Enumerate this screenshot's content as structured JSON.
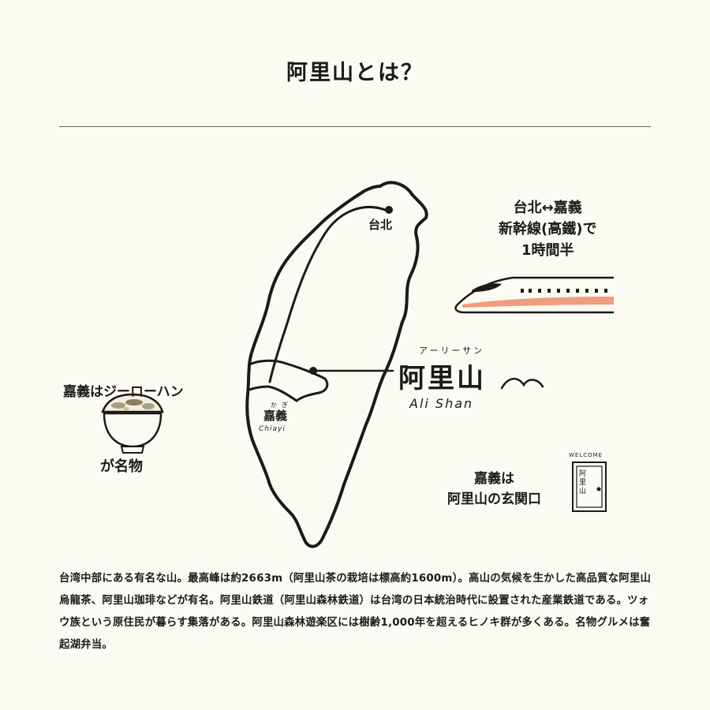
{
  "title": "阿里山とは？",
  "map": {
    "taipei_label": "台北",
    "route_line1": "台北↔嘉義",
    "route_line2": "新幹線(高鐵)で",
    "route_line3": "1時間半",
    "alishan_ruby": "アーリーサン",
    "alishan_label": "阿里山",
    "alishan_en": "Ali Shan",
    "chiayi_ruby": "かぎ",
    "chiayi_label": "嘉義",
    "chiayi_en": "Chiayi"
  },
  "rice": {
    "line1": "嘉義はジーローハン",
    "line2": "が名物"
  },
  "gate": {
    "line1": "嘉義は",
    "line2": "阿里山の玄関口",
    "welcome": "WELCOME",
    "sign_text": "阿里山"
  },
  "description": "台湾中部にある有名な山。最高峰は約2663m（阿里山茶の栽培は標高約1600m）。高山の気候を生かした高品質な阿里山烏龍茶、阿里山珈琲などが有名。阿里山鉄道（阿里山森林鉄道）は台湾の日本統治時代に設置された産業鉄道である。ツォウ族という原住民が暮らす集落がある。阿里山森林遊楽区には樹齢1,000年を超えるヒノキ群が多くある。名物グルメは奮起湖弁当。",
  "colors": {
    "background": "#fbfaf3",
    "ink": "#1c1a17",
    "train_stripe": "#ef9c7f"
  }
}
